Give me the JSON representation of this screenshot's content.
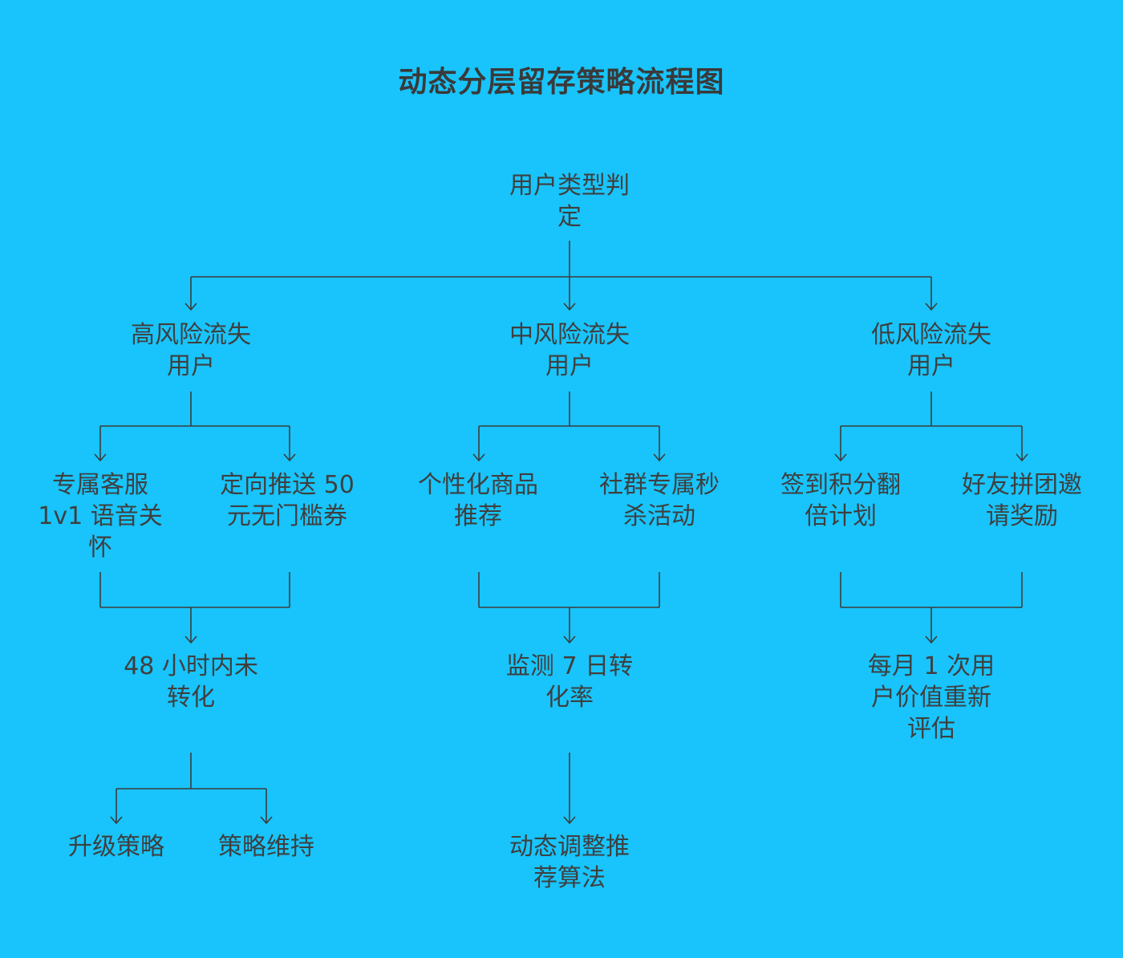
{
  "title": "动态分层留存策略流程图",
  "colors": {
    "background": "#18c4fb",
    "line": "#3d3d3d",
    "text": "#3f3f3f"
  },
  "nodes": {
    "root": [
      "用户类型判",
      "定"
    ],
    "high_risk": [
      "高风险流失",
      "用户"
    ],
    "mid_risk": [
      "中风险流失",
      "用户"
    ],
    "low_risk": [
      "低风险流失",
      "用户"
    ],
    "vip_service": [
      "专属客服",
      "1v1 语音关",
      "怀"
    ],
    "coupon_push": [
      "定向推送 50",
      "元无门槛券"
    ],
    "personal_goods": [
      "个性化商品",
      "推荐"
    ],
    "flash_sale": [
      "社群专属秒",
      "杀活动"
    ],
    "checkin_points": [
      "签到积分翻",
      "倍计划"
    ],
    "group_invite": [
      "好友拼团邀",
      "请奖励"
    ],
    "not_converted": [
      "48 小时内未",
      "转化"
    ],
    "monitor_conversion": [
      "监测 7 日转",
      "化率"
    ],
    "monthly_eval": [
      "每月 1 次用",
      "户价值重新",
      "评估"
    ],
    "upgrade": [
      "升级策略"
    ],
    "maintain": [
      "策略维持"
    ],
    "adjust_algo": [
      "动态调整推",
      "荐算法"
    ]
  }
}
